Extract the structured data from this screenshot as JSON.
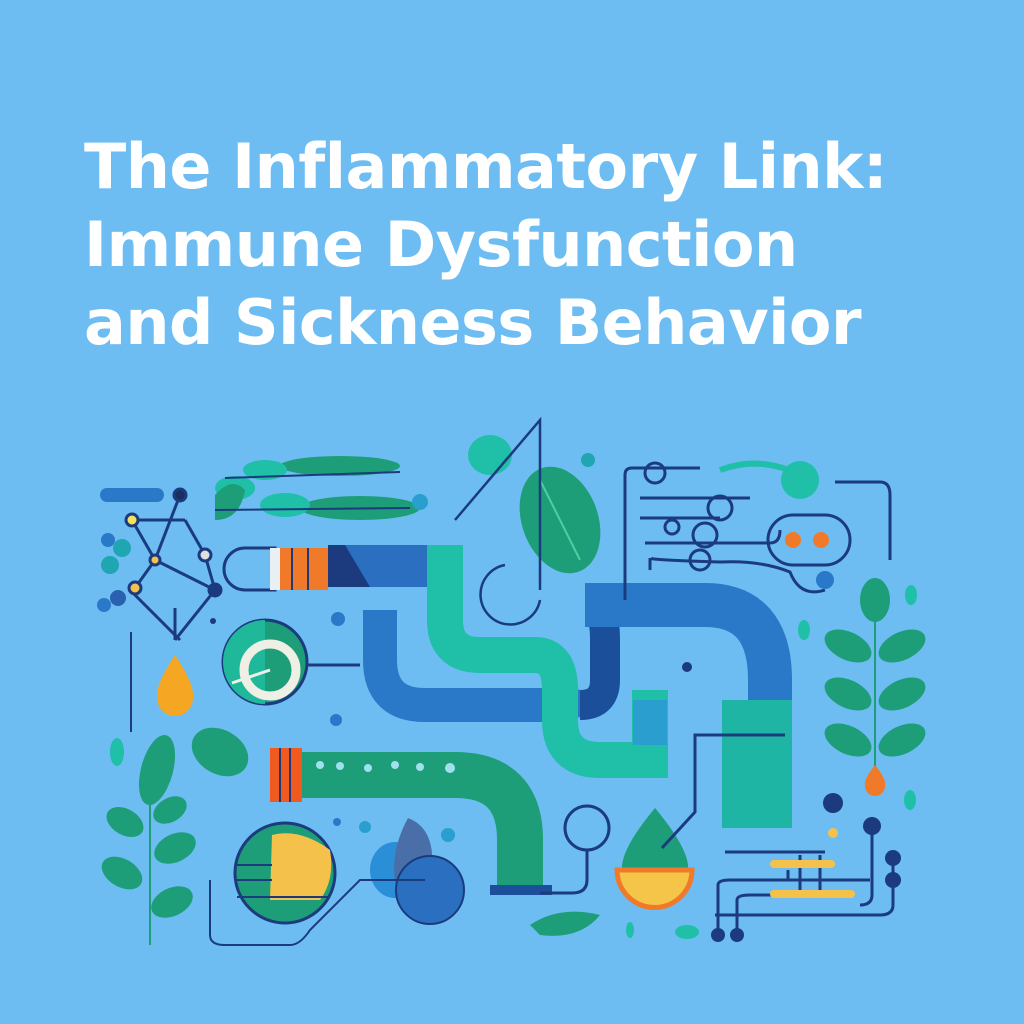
{
  "poster": {
    "title_lines": [
      "The Inflammatory Link:",
      "Immune Dysfunction",
      "and Sickness Behavior"
    ],
    "background_color": "#6dbdf3",
    "title_color": "#ffffff"
  },
  "illustration": {
    "palette": {
      "dark_navy": "#1b3b7e",
      "blue": "#2a78c8",
      "mid_blue": "#3a8fd6",
      "teal": "#1fbfa8",
      "green": "#1e9e78",
      "orange": "#f07a2a",
      "yellow": "#f4c24a",
      "amber": "#f5a623"
    },
    "elements": [
      "network-molecule-icon",
      "horizontal-leaf-branches",
      "capsule-pipe-with-orange-bands",
      "gauge-ring-icon",
      "orange-droplet-icon",
      "winding-pipes",
      "circuit-lines-with-orange-dots",
      "green-plant-right",
      "green-plant-left",
      "green-pipe-with-bubbles",
      "yellow-tissue-circle",
      "blue-leaf-blob",
      "magnifier-ring",
      "leaf-droplet-bowl",
      "circuit-board-bottom-right"
    ]
  }
}
